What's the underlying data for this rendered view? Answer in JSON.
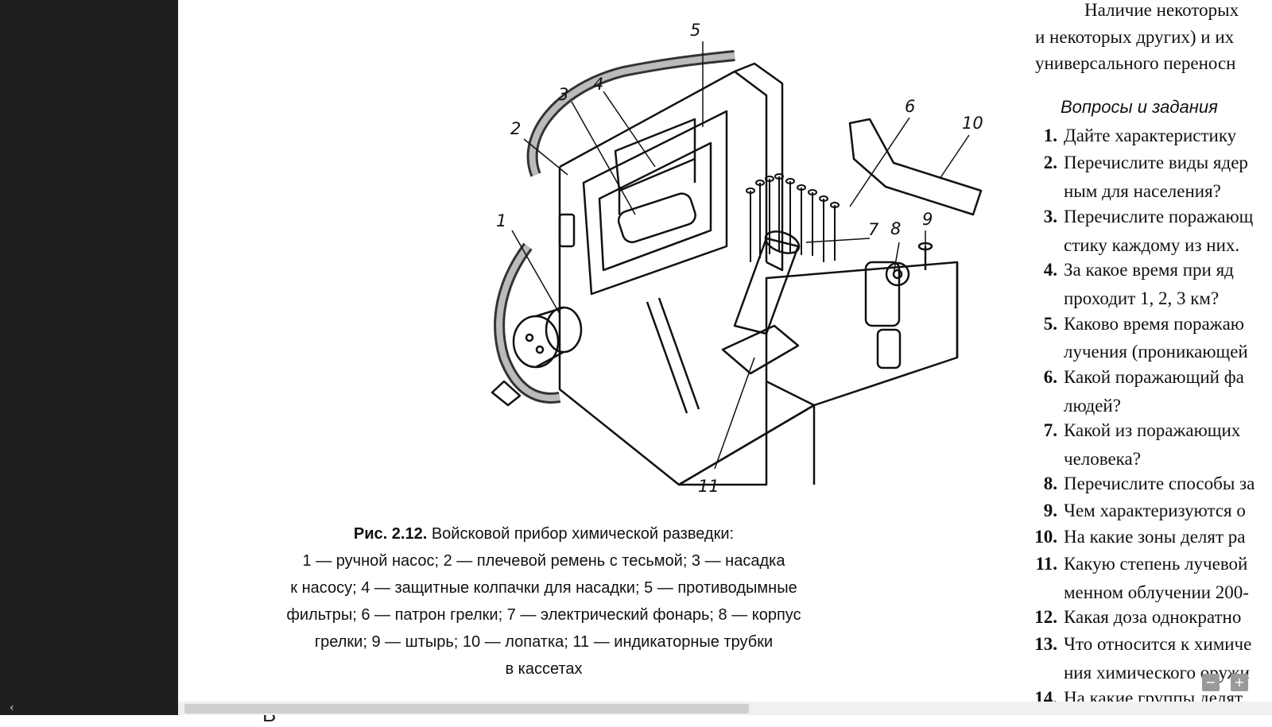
{
  "figure": {
    "callouts": [
      "1",
      "2",
      "3",
      "4",
      "5",
      "6",
      "7",
      "8",
      "9",
      "10",
      "11"
    ]
  },
  "caption": {
    "fig_num": "Рис. 2.12.",
    "title": "Войсковой прибор химической разведки:",
    "items": [
      {
        "n": "1",
        "text": "ручной насос;"
      },
      {
        "n": "2",
        "text": "плечевой ремень с тесьмой;"
      },
      {
        "n": "3",
        "text": "насадка к насосу;"
      },
      {
        "n": "4",
        "text": "защитные колпачки для насадки;"
      },
      {
        "n": "5",
        "text": "противодымные фильтры;"
      },
      {
        "n": "6",
        "text": "патрон грелки;"
      },
      {
        "n": "7",
        "text": "электрический фонарь;"
      },
      {
        "n": "8",
        "text": "корпус грелки;"
      },
      {
        "n": "9",
        "text": "штырь;"
      },
      {
        "n": "10",
        "text": "лопатка;"
      },
      {
        "n": "11",
        "text": "индикаторные трубки в кассетах"
      }
    ],
    "lines": [
      "1 — ручной насос; 2 — плечевой ремень с тесьмой; 3 — насадка",
      "к насосу; 4 — защитные колпачки для насадки; 5 — противодымные",
      "фильтры; 6 — патрон грелки; 7 — электрический фонарь; 8 — корпус",
      "грелки; 9 — штырь; 10 — лопатка; 11 — индикаторные трубки",
      "в кассетах"
    ]
  },
  "right_column": {
    "intro_lines": [
      "Наличие некоторых",
      "и некоторых других) и их",
      "универсального переносн"
    ],
    "heading": "Вопросы и задания",
    "questions": [
      {
        "num": "1.",
        "text": "Дайте характеристику"
      },
      {
        "num": "2.",
        "text": "Перечислите виды ядер",
        "cont": "ным для населения?"
      },
      {
        "num": "3.",
        "text": "Перечислите поражающ",
        "cont": "стику каждому из них."
      },
      {
        "num": "4.",
        "text": "За какое время при яд",
        "cont": "проходит 1, 2, 3 км?"
      },
      {
        "num": "5.",
        "text": "Каково время поражаю",
        "cont": "лучения (проникающей"
      },
      {
        "num": "6.",
        "text": "Какой поражающий фа",
        "cont": "людей?"
      },
      {
        "num": "7.",
        "text": "Какой из поражающих",
        "cont": "человека?"
      },
      {
        "num": "8.",
        "text": "Перечислите способы за"
      },
      {
        "num": "9.",
        "text": "Чем характеризуются о"
      },
      {
        "num": "10.",
        "text": "На какие зоны делят ра"
      },
      {
        "num": "11.",
        "text": "Какую степень лучевой",
        "cont": "менном облучении 200-"
      },
      {
        "num": "12.",
        "text": "Какая доза однократно"
      },
      {
        "num": "13.",
        "text": "Что относится к химиче",
        "cont": "ния химического оружи"
      },
      {
        "num": "14.",
        "text": "На какие группы делят"
      }
    ]
  },
  "bottom": {
    "scroll_left_arrow": "‹",
    "next_text": "В"
  },
  "zoom": {
    "minus": "−",
    "plus": "+"
  }
}
